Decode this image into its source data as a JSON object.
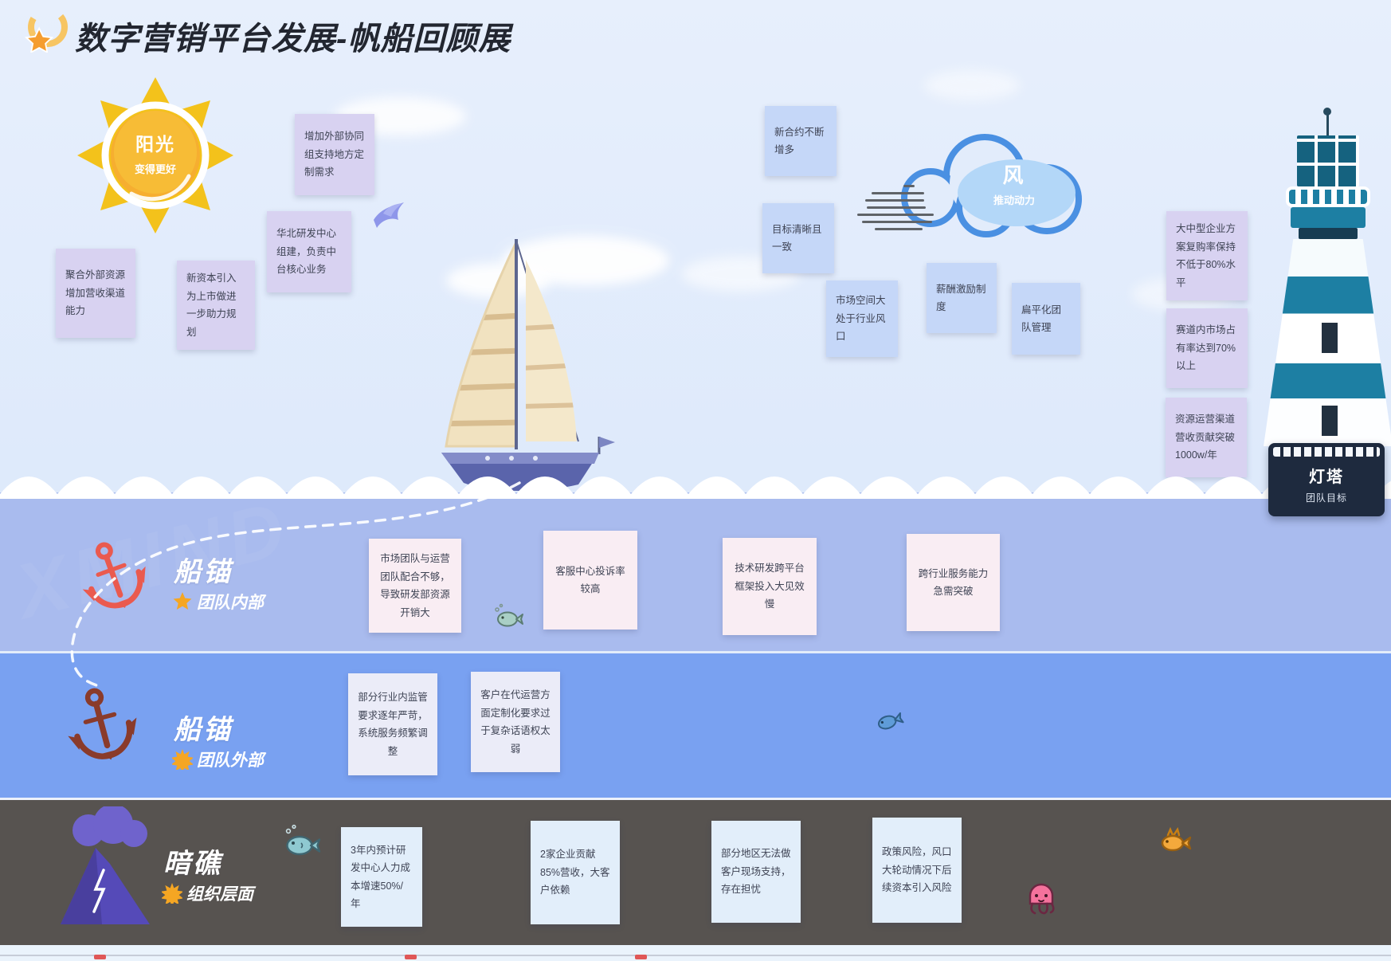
{
  "title": "数字营销平台发展-帆船回顾展",
  "watermark": "XMIND",
  "sun": {
    "title": "阳光",
    "subtitle": "变得更好",
    "notes": [
      "增加外部协同组支持地方定制需求",
      "华北研发中心组建，负责中台核心业务",
      "聚合外部资源增加营收渠道能力",
      "新资本引入为上市做进一步助力规划"
    ]
  },
  "wind": {
    "title": "风",
    "subtitle": "推动动力",
    "notes": [
      "新合约不断增多",
      "目标清晰且一致",
      "市场空间大处于行业风口",
      "薪酬激励制度",
      "扁平化团队管理"
    ]
  },
  "lighthouse": {
    "title": "灯塔",
    "subtitle": "团队目标",
    "notes": [
      "大中型企业方案复购率保持不低于80%水平",
      "赛道内市场占有率达到70%以上",
      "资源运营渠道营收贡献突破1000w/年"
    ]
  },
  "anchor_internal": {
    "title": "船锚",
    "subtitle": "团队内部",
    "notes": [
      "市场团队与运营团队配合不够，导致研发部资源开销大",
      "客服中心投诉率较高",
      "技术研发跨平台框架投入大见效慢",
      "跨行业服务能力急需突破"
    ]
  },
  "anchor_external": {
    "title": "船锚",
    "subtitle": "团队外部",
    "notes": [
      "部分行业内监管要求逐年严苛，系统服务频繁调整",
      "客户在代运营方面定制化要求过于复杂话语权太弱"
    ]
  },
  "reef": {
    "title": "暗礁",
    "subtitle": "组织层面",
    "notes": [
      "3年内预计研发中心人力成本增速50%/年",
      "2家企业贡献85%营收，大客户依赖",
      "部分地区无法做客户现场支持，存在担忧",
      "政策风险，风口大轮动情况下后续资本引入风险"
    ]
  },
  "colors": {
    "sun_yellow": "#f3c21b",
    "cloud_blue": "#4a90e2",
    "water_upper": "#a9bbee",
    "water_lower": "#79a1f1",
    "reef_dark": "#575350",
    "note_lavender": "#d8d2f1",
    "note_blue": "#c5d7f8",
    "note_pink": "#f9edf3",
    "note_white": "#ebecf8",
    "note_pale_blue": "#e2eefa",
    "lighthouse_teal": "#1d7fa3",
    "lighthouse_card_navy": "#1e2a3e",
    "anchor_red": "#ea5a4f",
    "anchor_maroon": "#8a3b2b",
    "volcano_purple": "#554ab8"
  }
}
